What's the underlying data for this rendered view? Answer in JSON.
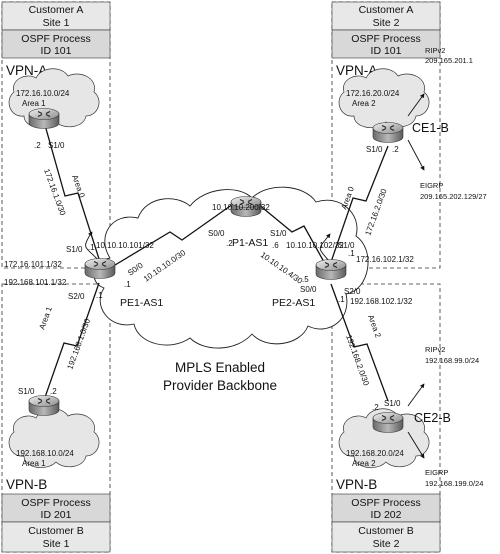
{
  "customer_a_site1": {
    "title": "Customer A",
    "site": "Site 1",
    "ospf_title": "OSPF Process",
    "ospf_id": "ID 101",
    "vpn": "VPN-A",
    "cloud_net": "172.16.10.0/24",
    "cloud_area": "Area 1",
    "router_int": "S1/0",
    "router_int_num": ".2",
    "link_net": "172.16.1.0/30",
    "link_area": "Area 0"
  },
  "customer_a_site2": {
    "title": "Customer A",
    "site": "Site 2",
    "ospf_title": "OSPF Process",
    "ospf_id": "ID 101",
    "vpn": "VPN-A",
    "cloud_net": "172.16.20.0/24",
    "cloud_area": "Area 2",
    "router_name": "CE1-B",
    "router_int": "S1/0",
    "router_int_num": ".2",
    "rip_label": "RIPv2",
    "rip_net": "209.165.201.1",
    "eigrp_label": "EIGRP",
    "eigrp_net": "209.165.202.129/27",
    "link_net": "172.16.2.0/30",
    "link_area": "Area 0"
  },
  "customer_b_site1": {
    "title": "Customer B",
    "site": "Site 1",
    "ospf_title": "OSPF Process",
    "ospf_id": "ID 201",
    "vpn": "VPN-B",
    "cloud_net": "192.168.10.0/24",
    "cloud_area": "Area 1",
    "router_int": "S1/0",
    "router_int_num": ".2",
    "link_net": "192.168.1.0/30",
    "link_area": "Area 1"
  },
  "customer_b_site2": {
    "title": "Customer B",
    "site": "Site 2",
    "ospf_title": "OSPF Process",
    "ospf_id": "ID 202",
    "vpn": "VPN-B",
    "cloud_net": "192.168.20.0/24",
    "cloud_area": "Area 2",
    "router_name": "CE2-B",
    "router_int": "S1/0",
    "router_int_num": ".2",
    "rip_label": "RIPv2",
    "rip_net": "192.168.99.0/24",
    "eigrp_label": "EIGRP",
    "eigrp_net": "192.168.199.0/24",
    "link_net": "192.168.2.0/30",
    "link_area": "Area 2"
  },
  "pe1": {
    "name": "PE1-AS1",
    "loopback": "10.10.10.101/32",
    "vpn_a_if": "172.16.101.1/32",
    "vpn_b_if": "192.168.101.1/32",
    "s1_0": "S1/0",
    "s2_0": "S2/0",
    "s0_0": "S0/0",
    "dot1_a": ".1",
    "dot1_b": ".1",
    "dot1_core": ".1"
  },
  "p1": {
    "name": "P1-AS1",
    "loopback": "10.10.10.200/32",
    "s0_0": "S0/0",
    "s1_0": "S1/0",
    "dot2": ".2",
    "dot6": ".6"
  },
  "pe2": {
    "name": "PE2-AS1",
    "loopback": "10.10.10.102/32",
    "vpn_a_if": "172.16.102.1/32",
    "vpn_b_if": "192.168.102.1/32",
    "s1_0": "S1/0",
    "s2_0": "S2/0",
    "s0_0": "S0/0",
    "dot1_a": ".1",
    "dot1_b": ".1",
    "dot5": ".5"
  },
  "core": {
    "link1_net": "10.10.10.0/30",
    "link2_net": "10.10.10.4/30",
    "caption_line1": "MPLS Enabled",
    "caption_line2": "Provider Backbone"
  }
}
